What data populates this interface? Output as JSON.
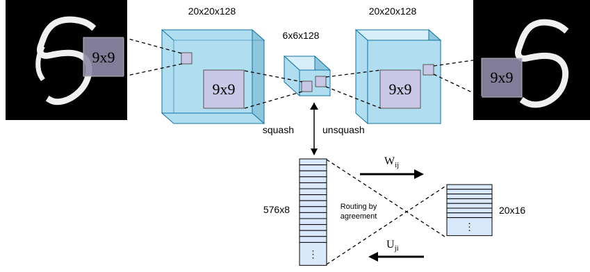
{
  "left_image": {
    "kernel_label": "9x9"
  },
  "right_image": {
    "kernel_label": "9x9"
  },
  "conv_layer_left": {
    "dims": "20x20x128",
    "kernel_label": "9x9"
  },
  "primary_caps": {
    "dims": "6x6x128"
  },
  "conv_layer_right": {
    "dims": "20x20x128",
    "kernel_label": "9x9"
  },
  "squash_label": "squash",
  "unsquash_label": "unsquash",
  "primary_vector": {
    "dims": "576x8",
    "ellipsis": "⋮"
  },
  "digit_vector": {
    "dims": "20x16",
    "ellipsis": "⋮"
  },
  "routing_label": {
    "line1": "Routing by",
    "line2": "agreement"
  },
  "weight_forward": {
    "base": "W",
    "sub": "ij"
  },
  "weight_backward": {
    "base": "U",
    "sub": "ji"
  },
  "colors": {
    "cube_fill": "#b1ddf0",
    "cube_stroke": "#10739e",
    "vector_fill": "#dae8fc",
    "kernel_fill": "#c8c8e6"
  }
}
